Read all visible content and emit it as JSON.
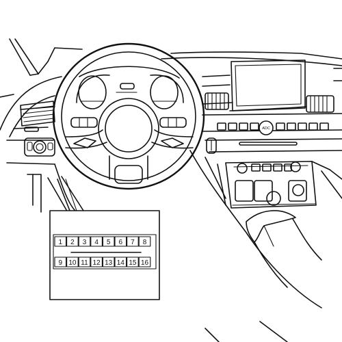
{
  "center_button": {
    "label": "ADC"
  },
  "connector": {
    "top_row": [
      "1",
      "2",
      "3",
      "4",
      "5",
      "6",
      "7",
      "8"
    ],
    "bottom_row": [
      "9",
      "10",
      "11",
      "12",
      "13",
      "14",
      "15",
      "16"
    ]
  }
}
